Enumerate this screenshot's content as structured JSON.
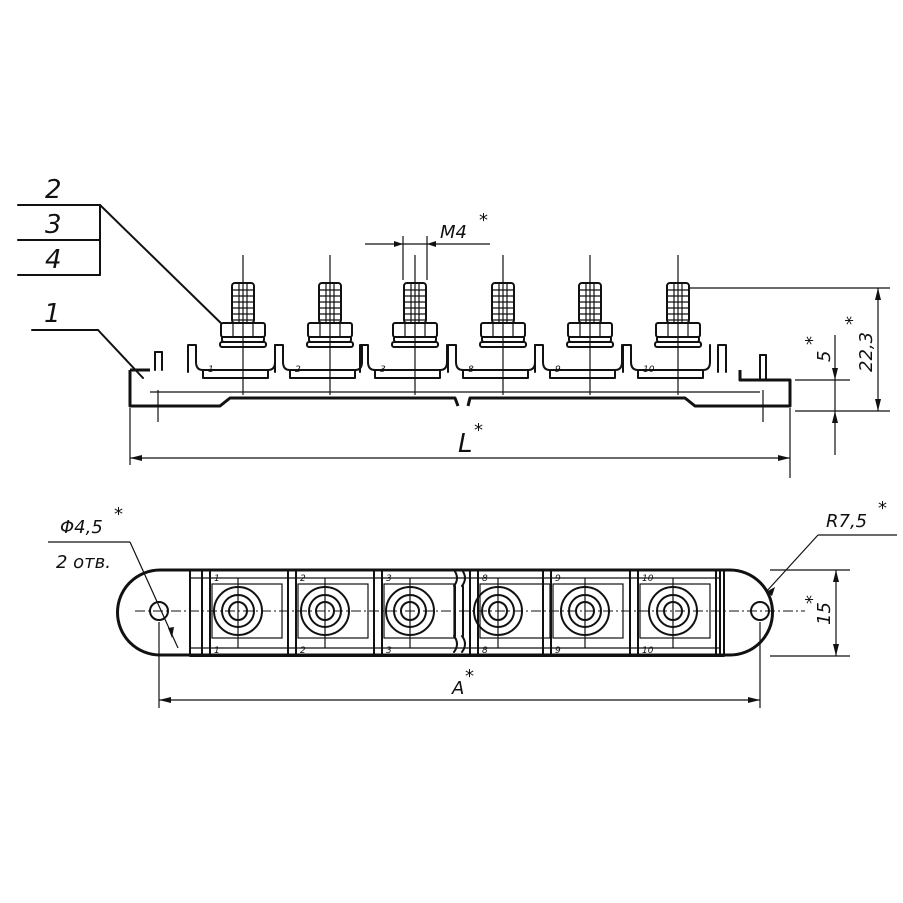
{
  "callouts": {
    "item_2": "2",
    "item_3": "3",
    "item_4": "4",
    "item_1": "1"
  },
  "dimensions": {
    "thread": "M4",
    "length": "L",
    "height_total": "22,3",
    "height_base": "5",
    "hole_dia": "Φ4,5",
    "hole_count": "2 отв.",
    "radius": "R7,5",
    "width": "15",
    "pitch": "A",
    "star": "*"
  },
  "terminals": {
    "side_labels": [
      "1",
      "2",
      "3",
      "8",
      "9",
      "10"
    ],
    "top_labels_upper": [
      "1",
      "2",
      "3",
      "8",
      "9",
      "10"
    ],
    "top_labels_lower": [
      "1",
      "2",
      "3",
      "8",
      "9",
      "10"
    ]
  }
}
